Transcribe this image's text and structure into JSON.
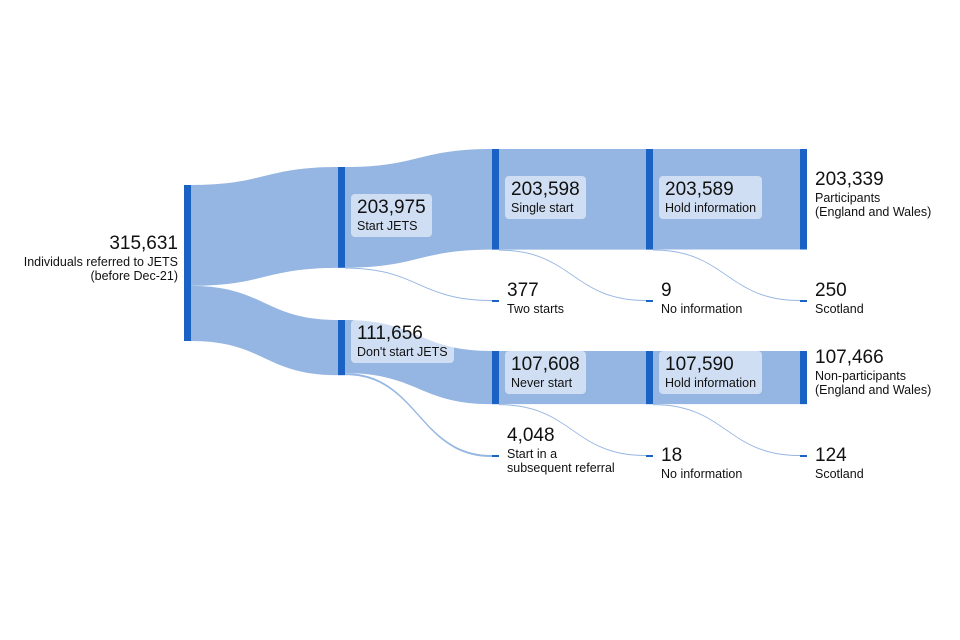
{
  "chart_data": {
    "type": "sankey",
    "title": "",
    "colors": {
      "node": "#1a62c4",
      "link": "#95b6e2",
      "label_box": "#d6e3f4"
    },
    "nodes": [
      {
        "id": "referred",
        "value": "315,631",
        "label": "Individuals referred to JETS\n(before Dec-21)"
      },
      {
        "id": "start_jets",
        "value": "203,975",
        "label": "Start JETS"
      },
      {
        "id": "dont_start",
        "value": "111,656",
        "label": "Don't start JETS"
      },
      {
        "id": "single_start",
        "value": "203,598",
        "label": "Single start"
      },
      {
        "id": "two_starts",
        "value": "377",
        "label": "Two starts"
      },
      {
        "id": "never_start",
        "value": "107,608",
        "label": "Never start"
      },
      {
        "id": "subsequent",
        "value": "4,048",
        "label": "Start in a\nsubsequent referral"
      },
      {
        "id": "hold_info_1",
        "value": "203,589",
        "label": "Hold information"
      },
      {
        "id": "no_info_1",
        "value": "9",
        "label": "No information"
      },
      {
        "id": "hold_info_2",
        "value": "107,590",
        "label": "Hold information"
      },
      {
        "id": "no_info_2",
        "value": "18",
        "label": "No information"
      },
      {
        "id": "participants",
        "value": "203,339",
        "label": "Participants\n(England and Wales)"
      },
      {
        "id": "scotland_1",
        "value": "250",
        "label": "Scotland"
      },
      {
        "id": "non_participants",
        "value": "107,466",
        "label": "Non-participants\n(England and Wales)"
      },
      {
        "id": "scotland_2",
        "value": "124",
        "label": "Scotland"
      }
    ],
    "links": [
      {
        "source": "referred",
        "target": "start_jets",
        "value": 203975
      },
      {
        "source": "referred",
        "target": "dont_start",
        "value": 111656
      },
      {
        "source": "start_jets",
        "target": "single_start",
        "value": 203598
      },
      {
        "source": "start_jets",
        "target": "two_starts",
        "value": 377
      },
      {
        "source": "dont_start",
        "target": "never_start",
        "value": 107608
      },
      {
        "source": "dont_start",
        "target": "subsequent",
        "value": 4048
      },
      {
        "source": "single_start",
        "target": "hold_info_1",
        "value": 203589
      },
      {
        "source": "single_start",
        "target": "no_info_1",
        "value": 9
      },
      {
        "source": "never_start",
        "target": "hold_info_2",
        "value": 107590
      },
      {
        "source": "never_start",
        "target": "no_info_2",
        "value": 18
      },
      {
        "source": "hold_info_1",
        "target": "participants",
        "value": 203339
      },
      {
        "source": "hold_info_1",
        "target": "scotland_1",
        "value": 250
      },
      {
        "source": "hold_info_2",
        "target": "non_participants",
        "value": 107466
      },
      {
        "source": "hold_info_2",
        "target": "scotland_2",
        "value": 124
      }
    ]
  }
}
